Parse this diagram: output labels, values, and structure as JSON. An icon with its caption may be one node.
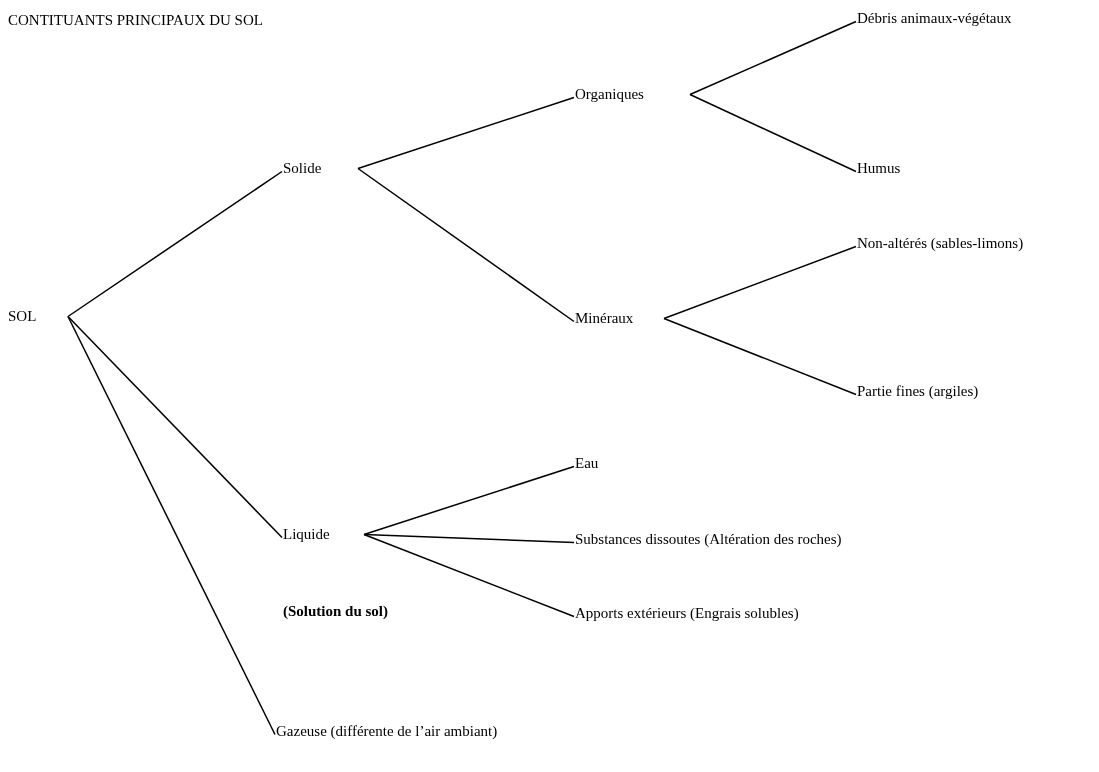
{
  "diagram": {
    "title": "CONTITUANTS PRINCIPAUX DU SOL",
    "nodes": [
      {
        "text": [
          "SOL"
        ]
      },
      {
        "text": [
          "Solide"
        ]
      },
      {
        "text": [
          "Liquide"
        ]
      },
      {
        "text": [
          "Gazeuse (différente de l’air ambiant)"
        ]
      },
      {
        "text": [
          "Organiques"
        ]
      },
      {
        "text": [
          "Minéraux"
        ]
      },
      {
        "text": [
          "Débris animaux-végétaux"
        ]
      },
      {
        "text": [
          "Humus"
        ]
      },
      {
        "text": [
          "Non-altérés (sables-limons)"
        ]
      },
      {
        "text": [
          "Partie fines (argiles)"
        ]
      },
      {
        "text": [
          "Eau"
        ]
      },
      {
        "text": [
          "Substances dissoutes (Altération des roches)"
        ]
      },
      {
        "text": [
          "Apports extérieurs (Engrais solubles)"
        ]
      }
    ],
    "edges": [
      {
        "from": 0,
        "to": 1,
        "arrow": "none"
      },
      {
        "from": 0,
        "to": 2,
        "arrow": "none"
      },
      {
        "from": 0,
        "to": 3,
        "arrow": "none"
      },
      {
        "from": 1,
        "to": 4,
        "arrow": "none"
      },
      {
        "from": 1,
        "to": 5,
        "arrow": "none"
      },
      {
        "from": 4,
        "to": 6,
        "arrow": "none"
      },
      {
        "from": 4,
        "to": 7,
        "arrow": "none"
      },
      {
        "from": 5,
        "to": 8,
        "arrow": "none"
      },
      {
        "from": 5,
        "to": 9,
        "arrow": "none"
      },
      {
        "from": 2,
        "to": 10,
        "arrow": "none"
      },
      {
        "from": 2,
        "to": 11,
        "arrow": "none"
      },
      {
        "from": 2,
        "to": 12,
        "arrow": "none"
      }
    ],
    "labels": [
      "(Solution du sol)"
    ]
  }
}
